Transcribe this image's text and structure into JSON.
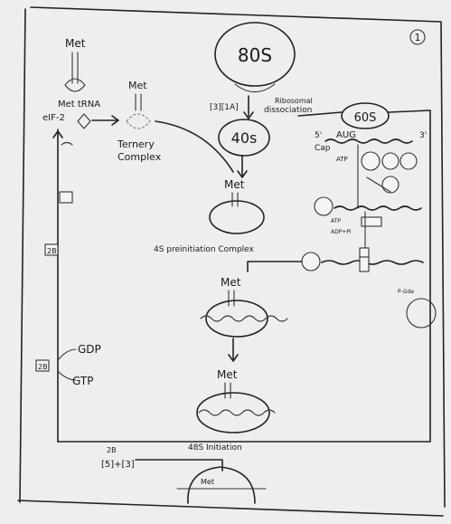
{
  "diagram": {
    "page_number": "1",
    "ribosome_80s": "80S",
    "subunit_40s": "40s",
    "subunit_60s": "60S",
    "ribosomal_dissociation": [
      "Ribosomal",
      "dissociation"
    ],
    "factor_ribosome_dissociation": "[3][1A]",
    "met_top": "Met",
    "met_trna": "Met tRNA",
    "eif2": "eIF-2",
    "met_ternary": "Met",
    "ternary_complex": [
      "Ternery",
      "Complex"
    ],
    "met_40s": "Met",
    "five_prime": "5'",
    "three_prime": "3'",
    "cap": "Cap",
    "aug": "AUG",
    "atp": "ATP",
    "adp_pi": "ADP+Pi",
    "preinitiation_43s": "4S preinitiation Complex",
    "met_mid": "Met",
    "met_low": "Met",
    "initiation_48s": "48S Initiation",
    "gdp": "GDP",
    "gtp": "GTP",
    "factor_2b_left": "2B",
    "factor_2b": "2B",
    "factor_2b_low": "2B",
    "factor_5_plus_3": "[5]+[3]",
    "pi_label": "P-Gde",
    "met_bottom": "Met"
  }
}
